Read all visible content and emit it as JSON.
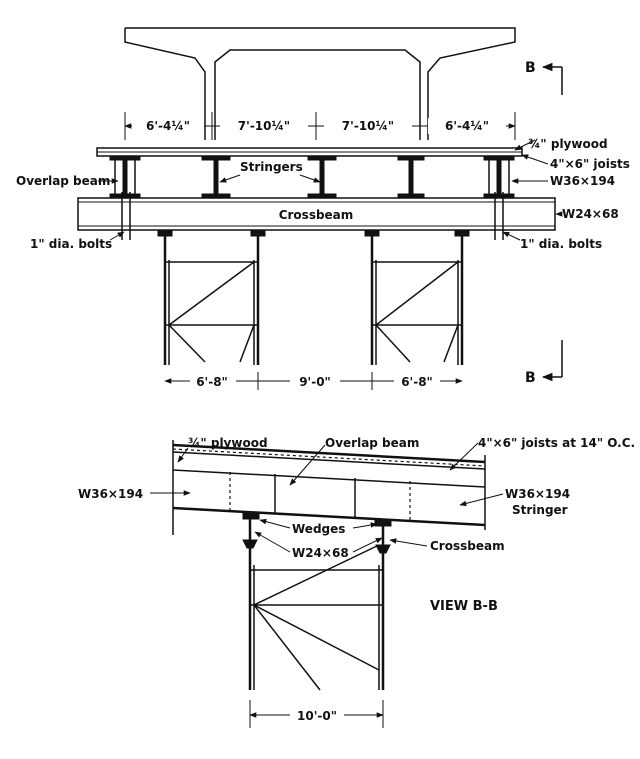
{
  "elevation": {
    "top_dims": [
      "6'-4¼\"",
      "7'-10¼\"",
      "7'-10¼\"",
      "6'-4¼\""
    ],
    "labels": {
      "plywood": "¾\" plywood",
      "joists": "4\"×6\" joists",
      "overlap_beam": "Overlap beam",
      "stringers": "Stringers",
      "stringer_size": "W36×194",
      "crossbeam": "Crossbeam",
      "crossbeam_size": "W24×68",
      "bolts_left": "1\" dia. bolts",
      "bolts_right": "1\" dia. bolts",
      "section_mark_top": "B",
      "section_mark_bottom": "B"
    },
    "bottom_dims": [
      "6'-8\"",
      "9'-0\"",
      "6'-8\""
    ]
  },
  "view_bb": {
    "title": "VIEW B-B",
    "labels": {
      "plywood": "¾\" plywood",
      "overlap_beam": "Overlap beam",
      "joists": "4\"×6\" joists at 14\" O.C.",
      "left_beam": "W36×194",
      "right_beam": "W36×194",
      "right_beam_sub": "Stringer",
      "wedges": "Wedges",
      "crossbeam_size": "W24×68",
      "crossbeam": "Crossbeam"
    },
    "span_dim": "10'-0\""
  }
}
